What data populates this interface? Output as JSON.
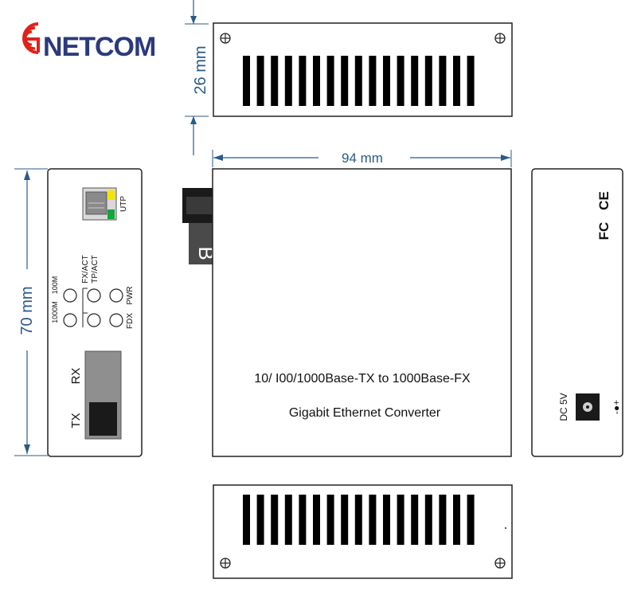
{
  "brand": {
    "name": "NETCOM",
    "colors": {
      "red": "#e0211b",
      "blue": "#2b3a7d",
      "dim": "#2b5a8a"
    }
  },
  "dimensions": {
    "height": "26 mm",
    "width": "94 mm",
    "depth": "70 mm"
  },
  "front_panel": {
    "port_label": "UTP",
    "leds_top": [
      "1000M",
      "100M",
      "FX/ACT",
      "TP/ACT",
      "PWR"
    ],
    "leds_bottom": [
      "FDX"
    ],
    "fiber_rx": "RX",
    "fiber_tx": "TX"
  },
  "top_view": {
    "side_tag": "B",
    "line1": "10/ I00/1000Base-TX to 1000Base-FX",
    "line2": "Gigabit Ethernet Converter"
  },
  "rear_panel": {
    "power_label": "DC 5V",
    "polarity": "-●+",
    "cert_ce": "CE",
    "cert_fc": "FC"
  }
}
